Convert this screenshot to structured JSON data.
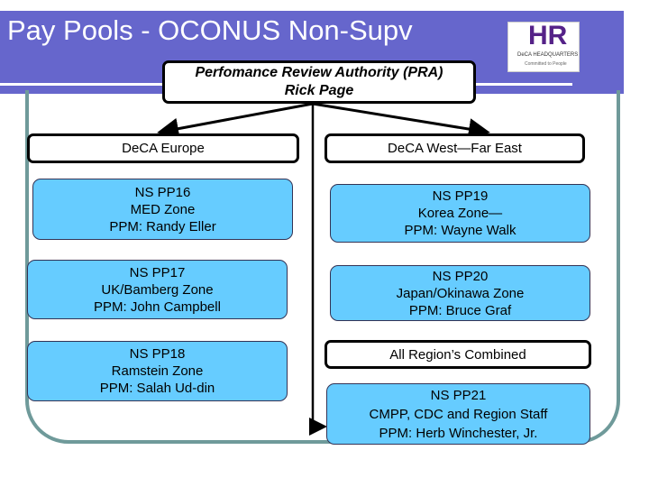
{
  "title": "Pay Pools - OCONUS Non-Supv",
  "logo": {
    "text": "HR",
    "sub": "DeCA HEADQUARTERS",
    "tagline": "Committed to People"
  },
  "pra": {
    "line1": "Perfomance Review Authority (PRA)",
    "line2": "Rick Page"
  },
  "regions": {
    "europe": "DeCA Europe",
    "west": "DeCA West—Far East",
    "combined": "All Region’s Combined"
  },
  "pools": [
    {
      "id": "NS PP16",
      "zone": "MED Zone",
      "ppm": "PPM:  Randy Eller"
    },
    {
      "id": "NS PP17",
      "zone": "UK/Bamberg Zone",
      "ppm": "PPM:  John Campbell"
    },
    {
      "id": "NS PP18",
      "zone": "Ramstein Zone",
      "ppm": "PPM:  Salah Ud-din"
    },
    {
      "id": "NS PP19",
      "zone": "Korea Zone—",
      "ppm": "PPM:  Wayne Walk"
    },
    {
      "id": "NS PP20",
      "zone": "Japan/Okinawa Zone",
      "ppm": "PPM:  Bruce Graf"
    },
    {
      "id": "NS PP21",
      "zone": "CMPP, CDC and Region Staff",
      "ppm": "PPM:  Herb Winchester, Jr."
    }
  ],
  "colors": {
    "header": "#6666cc",
    "pool": "#66ccff",
    "frame": "#6f9a9a"
  }
}
